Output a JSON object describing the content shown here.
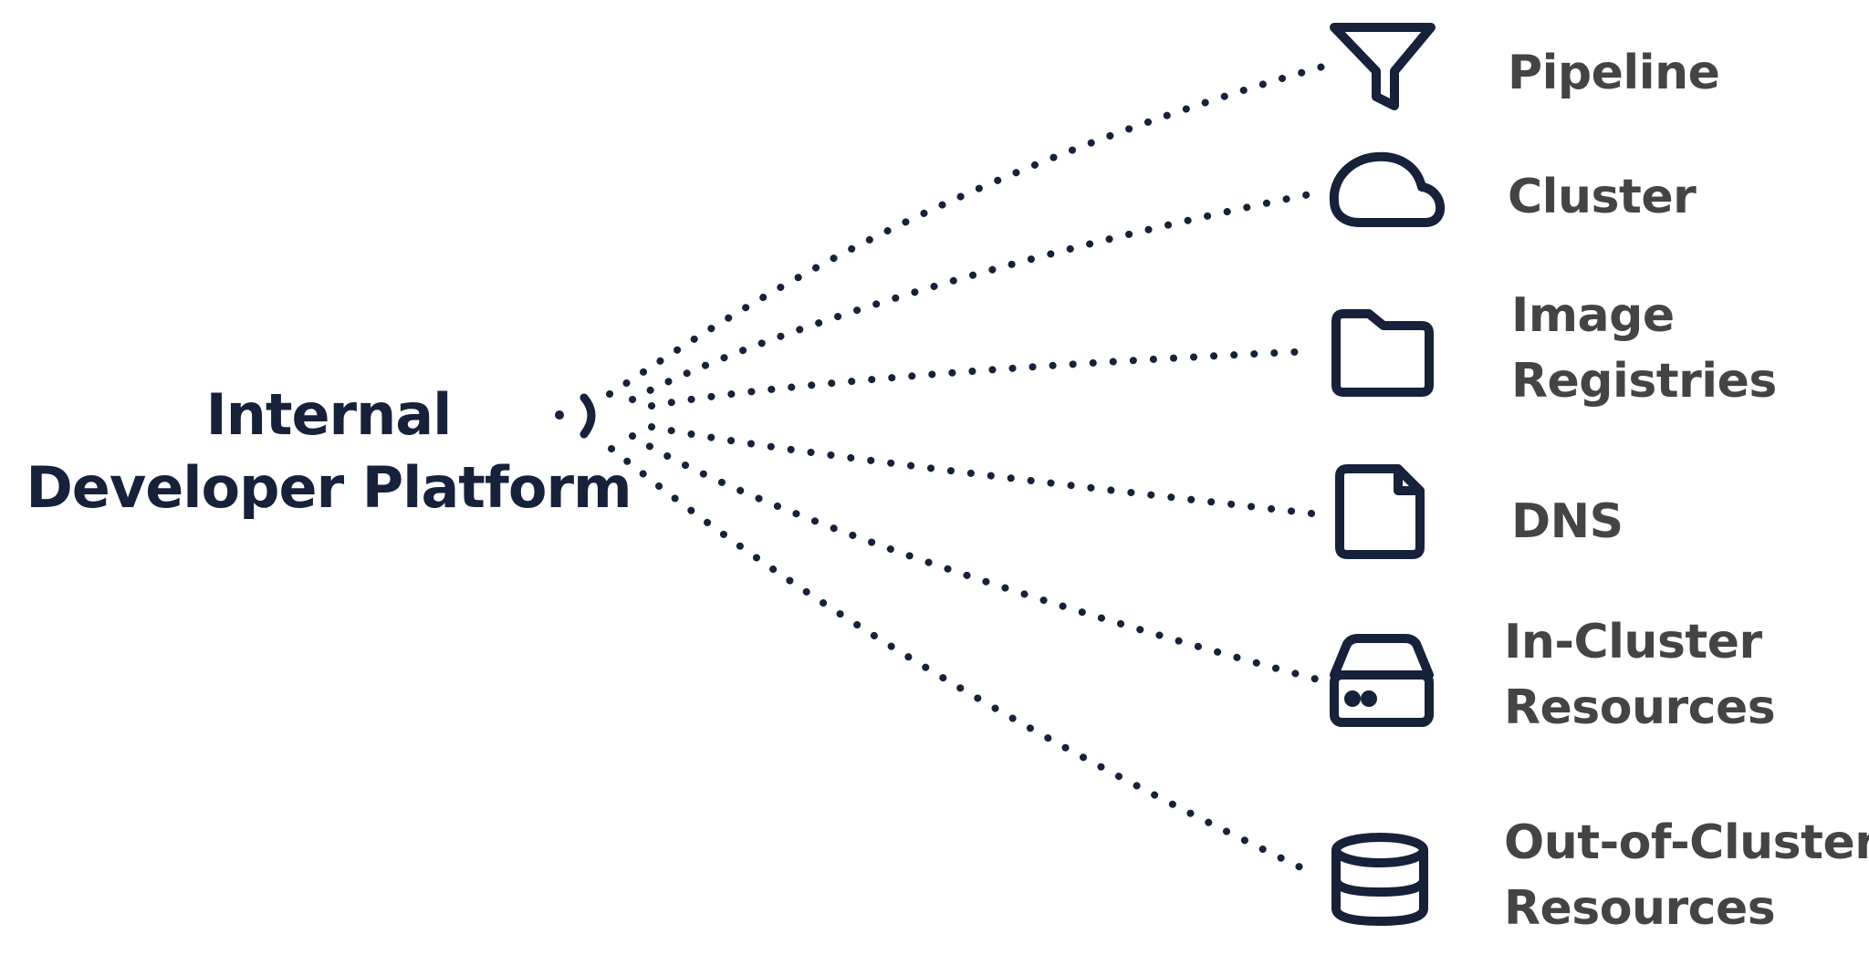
{
  "source": {
    "line1": "Internal",
    "line2": "Developer Platform"
  },
  "colors": {
    "navy": "#16213a",
    "label_gray": "#444444",
    "background": "#ffffff"
  },
  "targets": [
    {
      "id": "pipeline",
      "icon": "funnel-icon",
      "lines": [
        "Pipeline"
      ]
    },
    {
      "id": "cluster",
      "icon": "cloud-icon",
      "lines": [
        "Cluster"
      ]
    },
    {
      "id": "image-registries",
      "icon": "folder-icon",
      "lines": [
        "Image",
        "Registries"
      ]
    },
    {
      "id": "dns",
      "icon": "file-icon",
      "lines": [
        "DNS"
      ]
    },
    {
      "id": "in-cluster-resources",
      "icon": "server-drive-icon",
      "lines": [
        "In-Cluster",
        "Resources"
      ]
    },
    {
      "id": "out-of-cluster-resources",
      "icon": "database-icon",
      "lines": [
        "Out-of-Cluster",
        "Resources"
      ]
    }
  ]
}
